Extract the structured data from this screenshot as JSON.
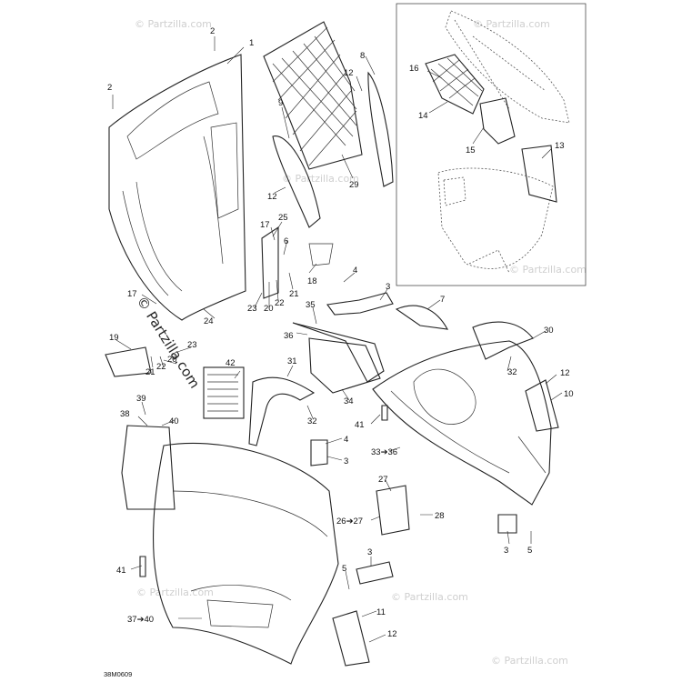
{
  "diagram": {
    "code": "38M0609",
    "watermark": "© Partzilla.com",
    "callouts": [
      {
        "id": "c2a",
        "text": "2"
      },
      {
        "id": "c1",
        "text": "1"
      },
      {
        "id": "c2b",
        "text": "2"
      },
      {
        "id": "c8",
        "text": "8"
      },
      {
        "id": "c12a",
        "text": "12"
      },
      {
        "id": "c9",
        "text": "9"
      },
      {
        "id": "c29",
        "text": "29"
      },
      {
        "id": "c12b",
        "text": "12"
      },
      {
        "id": "c16",
        "text": "16"
      },
      {
        "id": "c14",
        "text": "14"
      },
      {
        "id": "c15",
        "text": "15"
      },
      {
        "id": "c13",
        "text": "13"
      },
      {
        "id": "c25",
        "text": "25"
      },
      {
        "id": "c17a",
        "text": "17"
      },
      {
        "id": "c6",
        "text": "6"
      },
      {
        "id": "c18",
        "text": "18"
      },
      {
        "id": "c21a",
        "text": "21"
      },
      {
        "id": "c22a",
        "text": "22"
      },
      {
        "id": "c20a",
        "text": "20"
      },
      {
        "id": "c23a",
        "text": "23"
      },
      {
        "id": "c4a",
        "text": "4"
      },
      {
        "id": "c3a",
        "text": "3"
      },
      {
        "id": "c17b",
        "text": "17"
      },
      {
        "id": "c24",
        "text": "24"
      },
      {
        "id": "c35",
        "text": "35"
      },
      {
        "id": "c7",
        "text": "7"
      },
      {
        "id": "c36",
        "text": "36"
      },
      {
        "id": "c30",
        "text": "30"
      },
      {
        "id": "c19",
        "text": "19"
      },
      {
        "id": "c23b",
        "text": "23"
      },
      {
        "id": "c20b",
        "text": "20"
      },
      {
        "id": "c21b",
        "text": "21"
      },
      {
        "id": "c22b",
        "text": "22"
      },
      {
        "id": "c32a",
        "text": "32"
      },
      {
        "id": "c42",
        "text": "42"
      },
      {
        "id": "c31",
        "text": "31"
      },
      {
        "id": "c12c",
        "text": "12"
      },
      {
        "id": "c10",
        "text": "10"
      },
      {
        "id": "c34",
        "text": "34"
      },
      {
        "id": "c32b",
        "text": "32"
      },
      {
        "id": "c39",
        "text": "39"
      },
      {
        "id": "c38",
        "text": "38"
      },
      {
        "id": "c40",
        "text": "40"
      },
      {
        "id": "c41a",
        "text": "41"
      },
      {
        "id": "c4b",
        "text": "4"
      },
      {
        "id": "c33",
        "text": "33➔36"
      },
      {
        "id": "c3b",
        "text": "3"
      },
      {
        "id": "c27",
        "text": "27"
      },
      {
        "id": "c28",
        "text": "28"
      },
      {
        "id": "c2627",
        "text": "26➔27"
      },
      {
        "id": "c3c",
        "text": "3"
      },
      {
        "id": "c5a",
        "text": "5"
      },
      {
        "id": "c41b",
        "text": "41"
      },
      {
        "id": "c3d",
        "text": "3"
      },
      {
        "id": "c5b",
        "text": "5"
      },
      {
        "id": "c11",
        "text": "11"
      },
      {
        "id": "c3740",
        "text": "37➔40"
      },
      {
        "id": "c12d",
        "text": "12"
      }
    ]
  }
}
